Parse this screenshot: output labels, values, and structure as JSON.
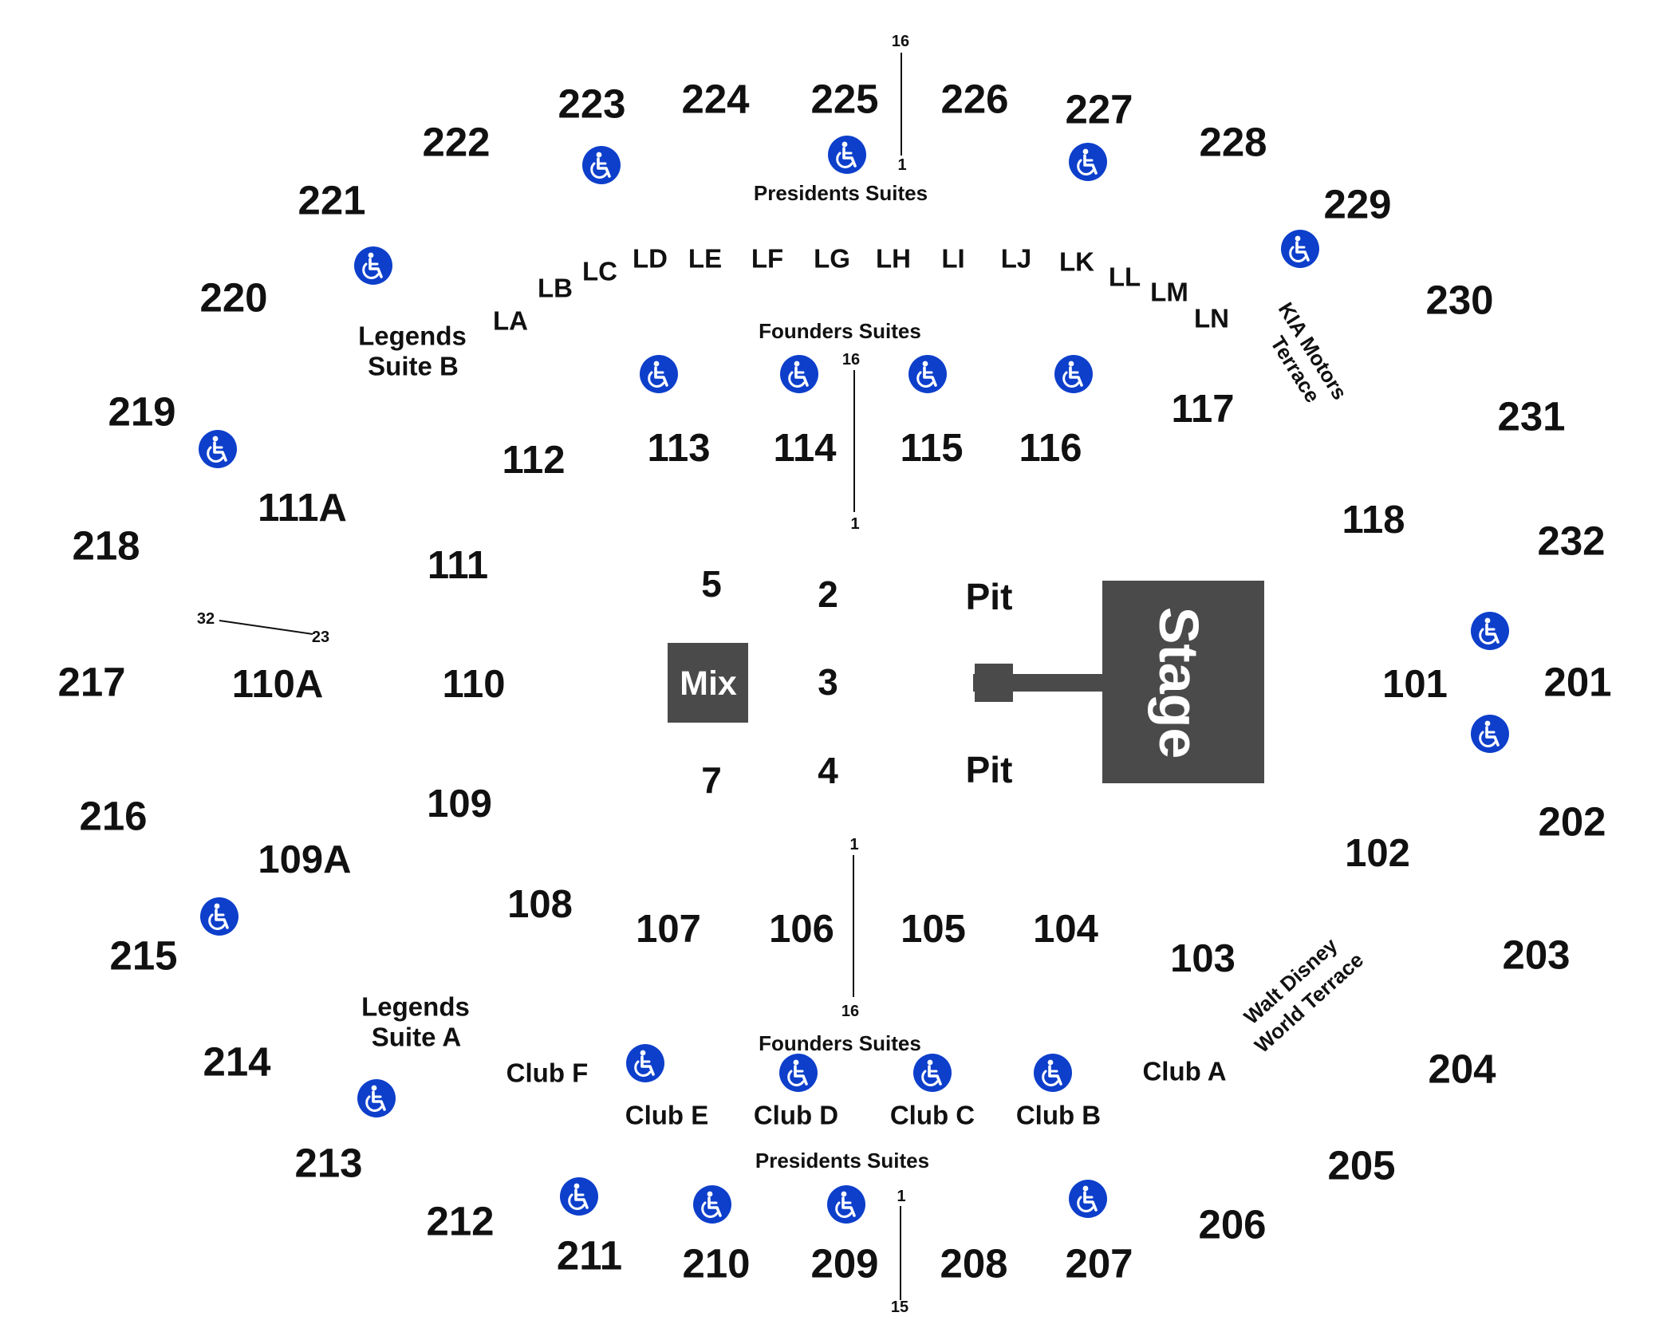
{
  "map": {
    "colors": {
      "accessible": "#0d3fcb",
      "stage": "#4a4a4a",
      "text": "#111111",
      "row_line": "#111111"
    },
    "upper_sections": [
      "222",
      "223",
      "224",
      "225",
      "226",
      "227",
      "228",
      "221",
      "229",
      "220",
      "230",
      "219",
      "231",
      "218",
      "232",
      "217",
      "201",
      "216",
      "202",
      "215",
      "203",
      "214",
      "204",
      "213",
      "205",
      "212",
      "206",
      "211",
      "210",
      "209",
      "208",
      "207"
    ],
    "lower_sections": [
      "112",
      "113",
      "114",
      "115",
      "116",
      "117",
      "111A",
      "118",
      "111",
      "110A",
      "110",
      "101",
      "109",
      "109A",
      "102",
      "108",
      "107",
      "106",
      "105",
      "104",
      "103"
    ],
    "floor_sections": [
      "5",
      "2",
      "3",
      "7",
      "4"
    ],
    "pit_labels": [
      "Pit",
      "Pit"
    ],
    "loge_boxes": [
      "LA",
      "LB",
      "LC",
      "LD",
      "LE",
      "LF",
      "LG",
      "LH",
      "LI",
      "LJ",
      "LK",
      "LL",
      "LM",
      "LN"
    ],
    "clubs": [
      "Club F",
      "Club E",
      "Club D",
      "Club C",
      "Club B",
      "Club A"
    ],
    "suites": {
      "presidents_top": "Presidents Suites",
      "founders_top": "Founders Suites",
      "founders_bottom": "Founders Suites",
      "presidents_bottom": "Presidents Suites",
      "legends_b_line1": "Legends",
      "legends_b_line2": "Suite B",
      "legends_a_line1": "Legends",
      "legends_a_line2": "Suite A"
    },
    "terraces": {
      "kia_line1": "KIA Motors",
      "kia_line2": "Terrace",
      "disney_line1": "Walt Disney",
      "disney_line2": "World Terrace"
    },
    "row_markers": [
      "16",
      "1",
      "16",
      "1",
      "32",
      "23",
      "1",
      "16",
      "1",
      "15"
    ],
    "mix_label": "Mix",
    "stage_label": "Stage",
    "accessible_icon": "wheelchair-icon"
  }
}
